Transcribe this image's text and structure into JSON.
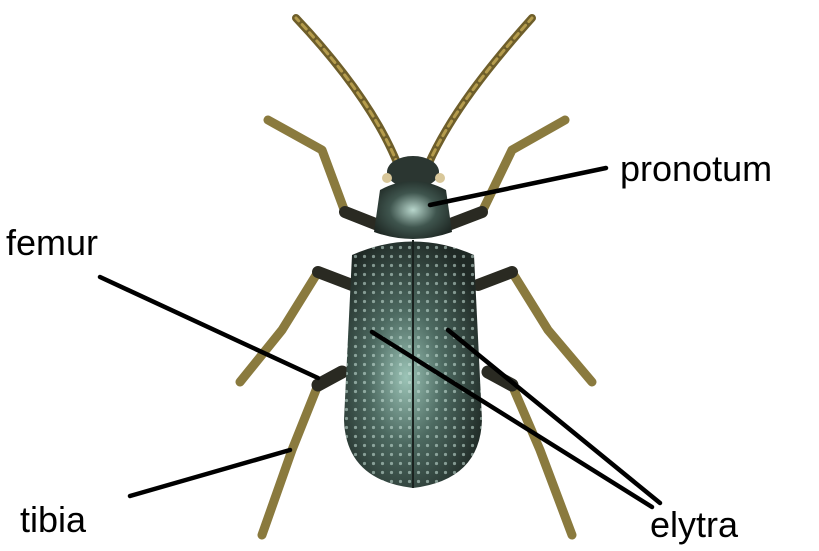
{
  "labels": {
    "pronotum": "pronotum",
    "femur": "femur",
    "tibia": "tibia",
    "elytra": "elytra"
  },
  "colors": {
    "background": "#ffffff",
    "leader_lines": "#000000",
    "body": "#2f3b36",
    "body_highlight": "#7fa79b",
    "legs": "#8a7a3e",
    "leg_joints": "#2a2a22"
  }
}
